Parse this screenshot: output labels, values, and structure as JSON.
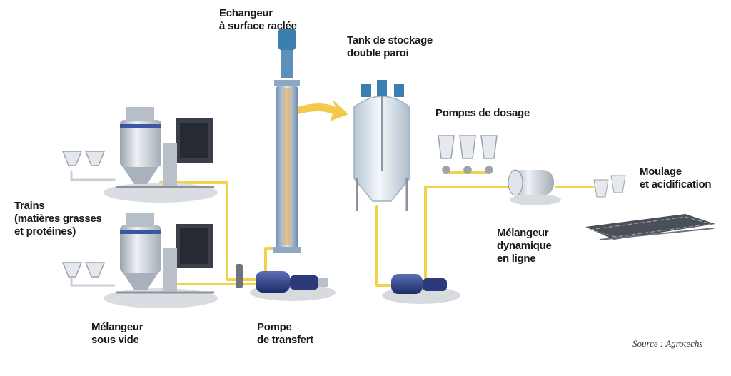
{
  "labels": {
    "echangeur": [
      "Echangeur",
      "à surface raclée"
    ],
    "tank": [
      "Tank de stockage",
      "double paroi"
    ],
    "pompes_dosage": [
      "Pompes de dosage"
    ],
    "trains": [
      "Trains",
      "(matières grasses",
      "et protéines)"
    ],
    "melangeur_vide": [
      "Mélangeur",
      "sous vide"
    ],
    "pompe_transfert": [
      "Pompe",
      "de transfert"
    ],
    "melangeur_dyn": [
      "Mélangeur",
      "dynamique",
      "en ligne"
    ],
    "moulage": [
      "Moulage",
      "et acidification"
    ]
  },
  "source": "Source : Agrotechs",
  "colors": {
    "pipe": "#f2d14b",
    "arrow": "#f2c94c",
    "steel": "#c9ced6",
    "panel": "#3a3f4a",
    "pump": "#2c3a7a",
    "motor": "#3b7fb0"
  }
}
